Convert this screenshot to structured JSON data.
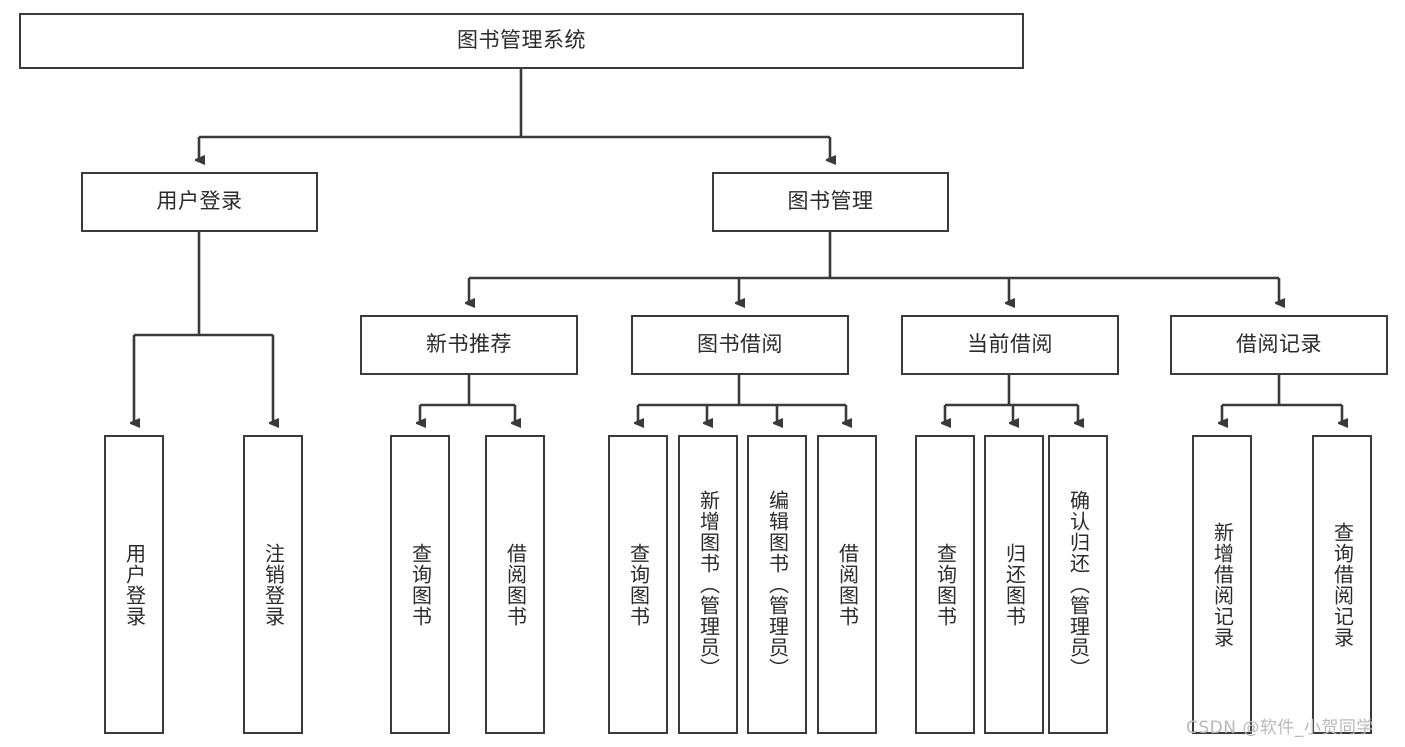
{
  "diagram": {
    "type": "tree-hierarchy",
    "root": {
      "id": "root",
      "label": "图书管理系统"
    },
    "level2": [
      {
        "id": "login",
        "label": "用户登录"
      },
      {
        "id": "bookmgmt",
        "label": "图书管理"
      }
    ],
    "level3": [
      {
        "id": "newbook",
        "label": "新书推荐",
        "parent": "bookmgmt"
      },
      {
        "id": "borrow",
        "label": "图书借阅",
        "parent": "bookmgmt"
      },
      {
        "id": "current",
        "label": "当前借阅",
        "parent": "bookmgmt"
      },
      {
        "id": "records",
        "label": "借阅记录",
        "parent": "bookmgmt"
      }
    ],
    "leaves": [
      {
        "id": "leaf-user-login",
        "label": "用户登录",
        "parent": "login"
      },
      {
        "id": "leaf-user-logout",
        "label": "注销登录",
        "parent": "login"
      },
      {
        "id": "leaf-query-book-1",
        "label": "查询图书",
        "parent": "newbook"
      },
      {
        "id": "leaf-borrow-book-1",
        "label": "借阅图书",
        "parent": "newbook"
      },
      {
        "id": "leaf-query-book-2",
        "label": "查询图书",
        "parent": "borrow"
      },
      {
        "id": "leaf-add-book",
        "label": "新增图书（管理员）",
        "parent": "borrow"
      },
      {
        "id": "leaf-edit-book",
        "label": "编辑图书（管理员）",
        "parent": "borrow"
      },
      {
        "id": "leaf-borrow-book-2",
        "label": "借阅图书",
        "parent": "borrow"
      },
      {
        "id": "leaf-query-book-3",
        "label": "查询图书",
        "parent": "current"
      },
      {
        "id": "leaf-return-book",
        "label": "归还图书",
        "parent": "current"
      },
      {
        "id": "leaf-confirm-return",
        "label": "确认归还（管理员）",
        "parent": "current"
      },
      {
        "id": "leaf-add-record",
        "label": "新增借阅记录",
        "parent": "records"
      },
      {
        "id": "leaf-query-record",
        "label": "查询借阅记录",
        "parent": "records"
      }
    ],
    "colors": {
      "border": "#3a3a3a",
      "text": "#2b2b2b",
      "edge": "#3a3a3a",
      "background": "#ffffff",
      "watermark": "#b9b9b9"
    }
  },
  "watermark": {
    "text": "CSDN @软件_小贺同学"
  }
}
